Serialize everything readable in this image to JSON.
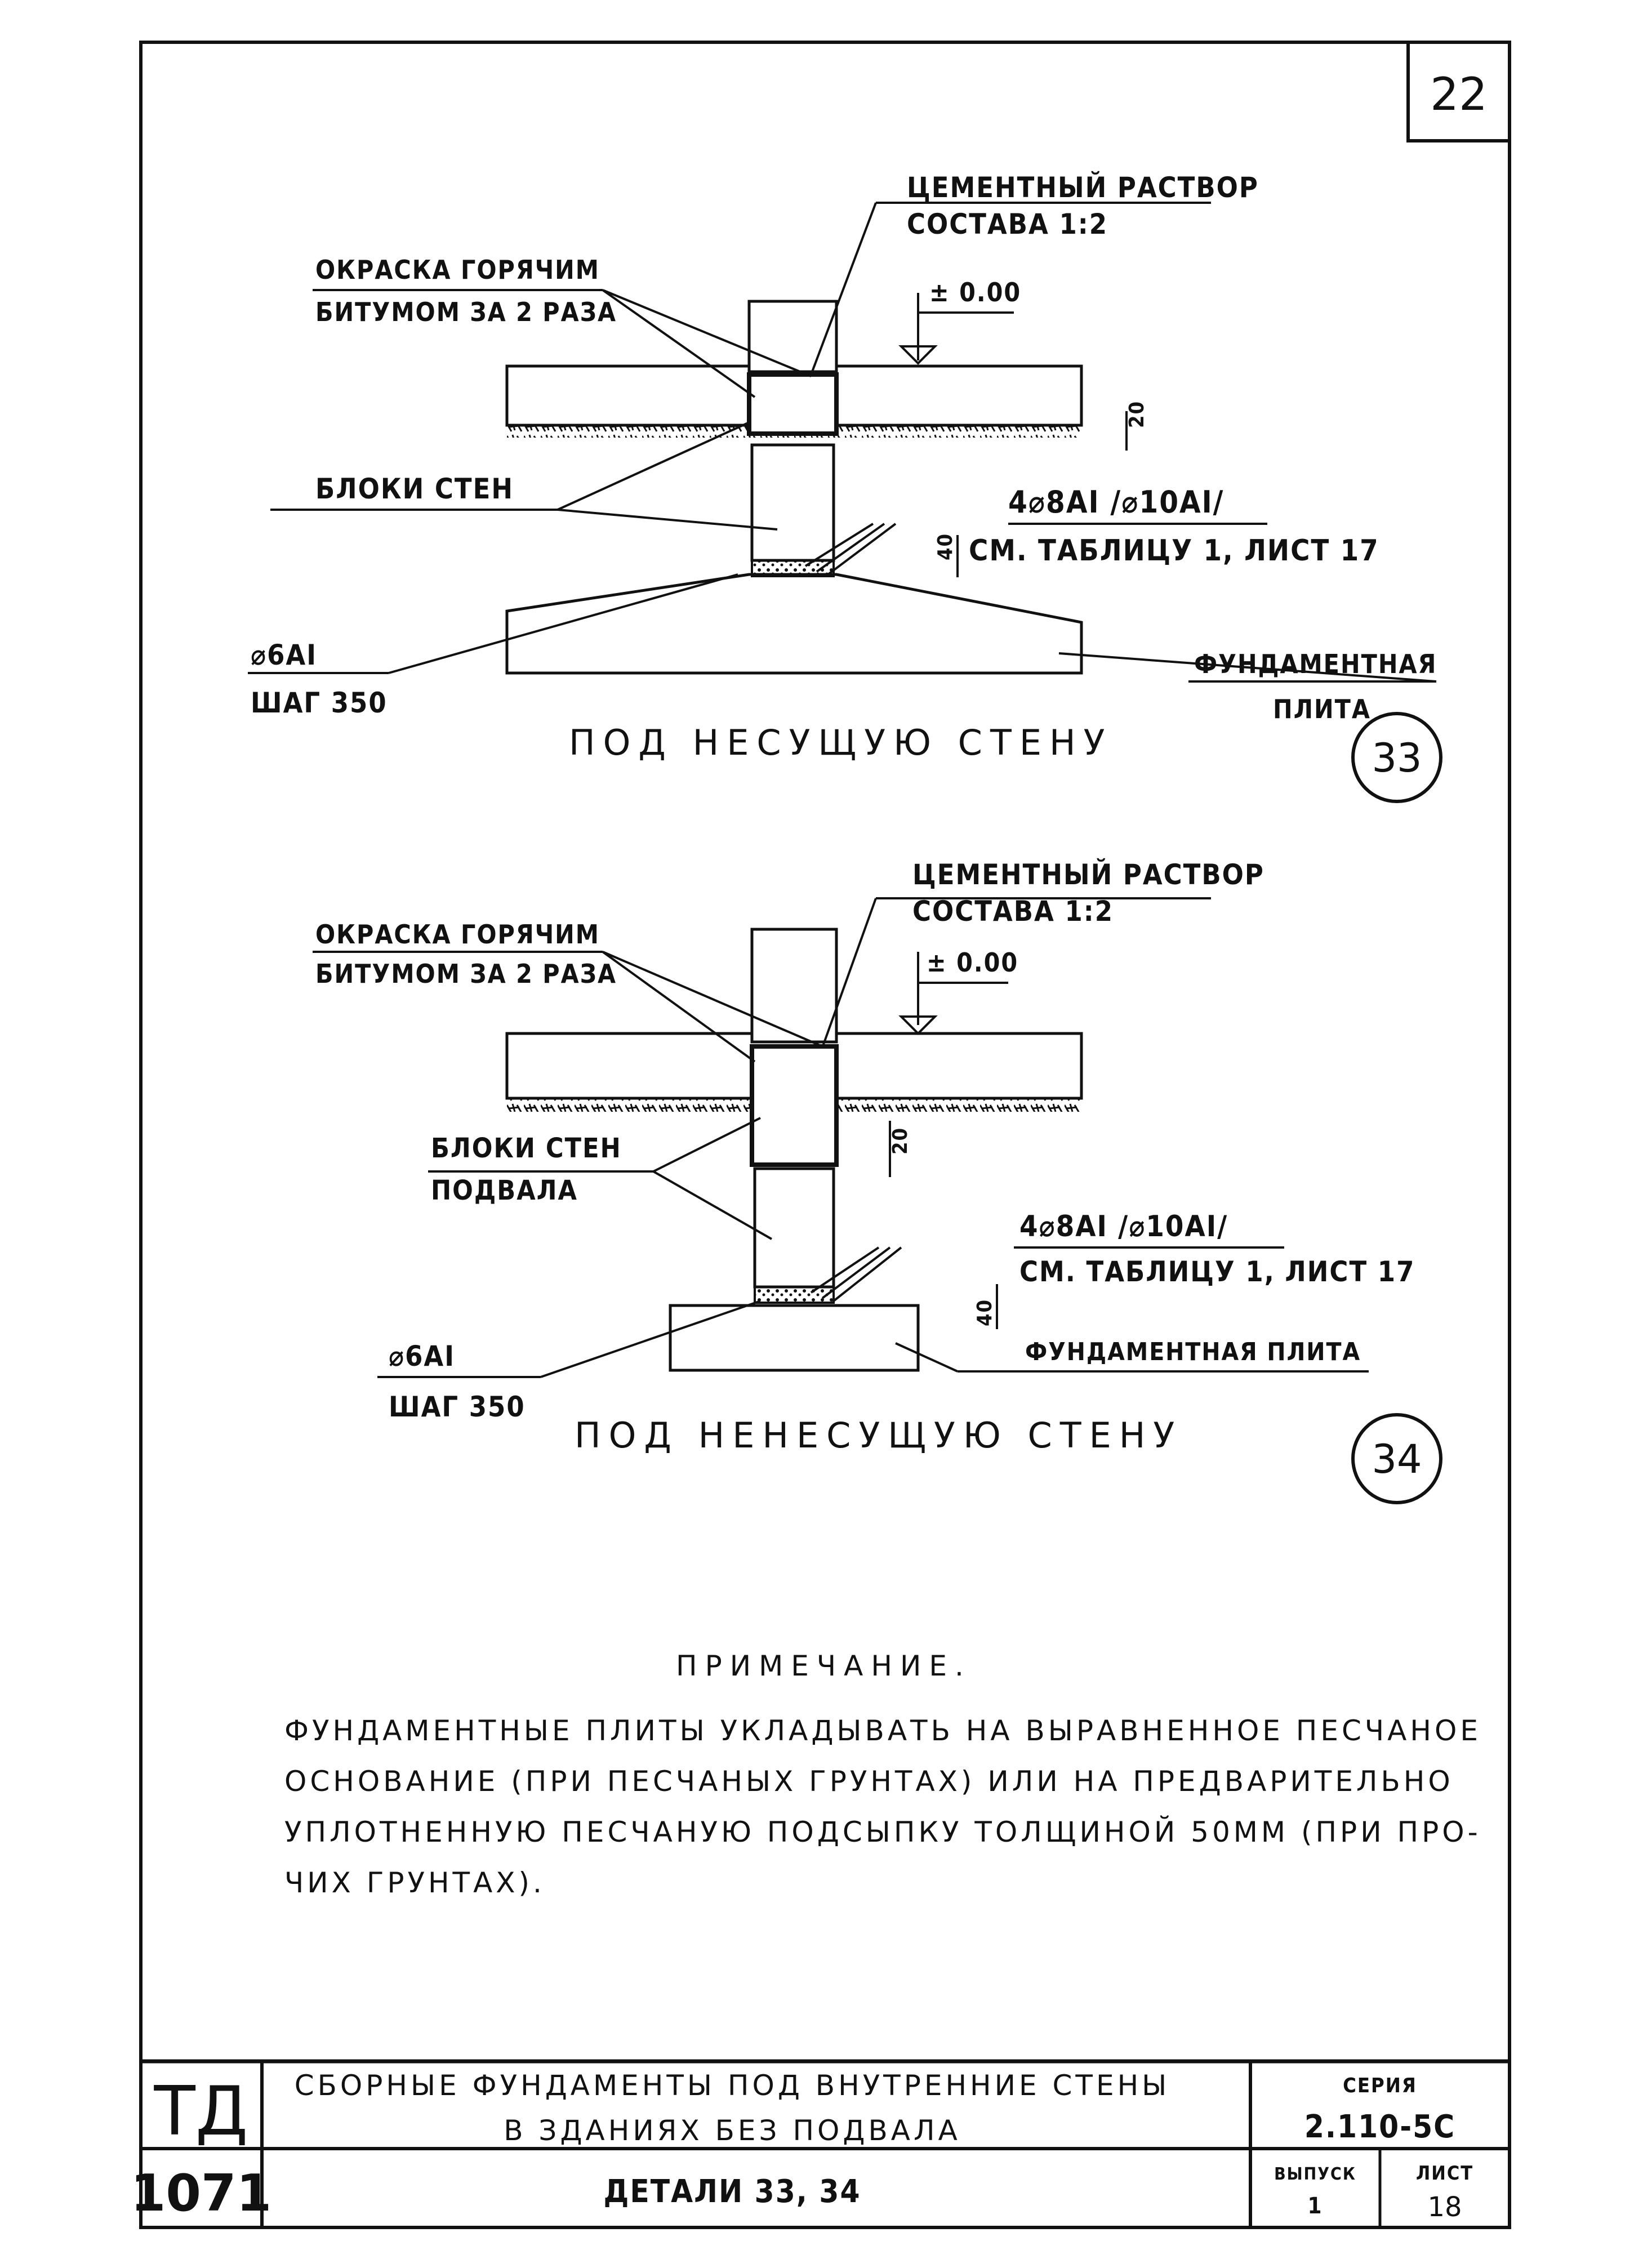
{
  "sheet_number": "22",
  "detail_33": {
    "label_mortar_1": "ЦЕМЕНТНЫЙ РАСТВОР",
    "label_mortar_2": "СОСТАВА 1:2",
    "label_bitumen_1": "ОКРАСКА ГОРЯЧИМ",
    "label_bitumen_2": "БИТУМОМ ЗА 2 РАЗА",
    "level": "± 0.00",
    "dim_top": "20",
    "label_blocks": "БЛОКИ СТЕН",
    "label_rebar_1": "4⌀8АI /⌀10АI/",
    "label_rebar_2": "СМ. ТАБЛИЦУ 1, ЛИСТ 17",
    "dim_bottom": "40",
    "label_mesh_1": "⌀6АI",
    "label_mesh_2": "ШАГ 350",
    "label_slab_1": "ФУНДАМЕНТНАЯ",
    "label_slab_2": "ПЛИТА",
    "caption": "ПОД НЕСУЩУЮ СТЕНУ",
    "number": "33"
  },
  "detail_34": {
    "label_mortar_1": "ЦЕМЕНТНЫЙ РАСТВОР",
    "label_mortar_2": "СОСТАВА 1:2",
    "label_bitumen_1": "ОКРАСКА ГОРЯЧИМ",
    "label_bitumen_2": "БИТУМОМ ЗА 2 РАЗА",
    "level": "± 0.00",
    "dim_top": "20",
    "label_blocks_1": "БЛОКИ СТЕН",
    "label_blocks_2": "ПОДВАЛА",
    "label_rebar_1": "4⌀8АI /⌀10АI/",
    "label_rebar_2": "СМ. ТАБЛИЦУ 1, ЛИСТ 17",
    "dim_bottom": "40",
    "label_mesh_1": "⌀6АI",
    "label_mesh_2": "ШАГ 350",
    "label_slab": "ФУНДАМЕНТНАЯ ПЛИТА",
    "caption": "ПОД НЕНЕСУЩУЮ СТЕНУ",
    "number": "34"
  },
  "note": {
    "title": "ПРИМЕЧАНИЕ.",
    "lines": [
      "ФУНДАМЕНТНЫЕ ПЛИТЫ УКЛАДЫВАТЬ НА ВЫРАВНЕННОЕ ПЕСЧАНОЕ",
      "ОСНОВАНИЕ (ПРИ ПЕСЧАНЫХ ГРУНТАХ) ИЛИ НА ПРЕДВАРИТЕЛЬНО",
      "УПЛОТНЕННУЮ ПЕСЧАНУЮ ПОДСЫПКУ ТОЛЩИНОЙ 50ММ (ПРИ ПРО-",
      "ЧИХ ГРУНТАХ)."
    ]
  },
  "title_block": {
    "code_top": "ТД",
    "code_bottom": "1071",
    "title_line_1": "СБОРНЫЕ ФУНДАМЕНТЫ ПОД ВНУТРЕННИЕ СТЕНЫ",
    "title_line_2": "В ЗДАНИЯХ БЕЗ ПОДВАЛА",
    "subtitle": "ДЕТАЛИ 33, 34",
    "series_label": "СЕРИЯ",
    "series_value": "2.110-5С",
    "issue_label": "ВЫПУСК",
    "issue_value": "1",
    "sheet_label": "ЛИСТ",
    "sheet_value": "18"
  }
}
